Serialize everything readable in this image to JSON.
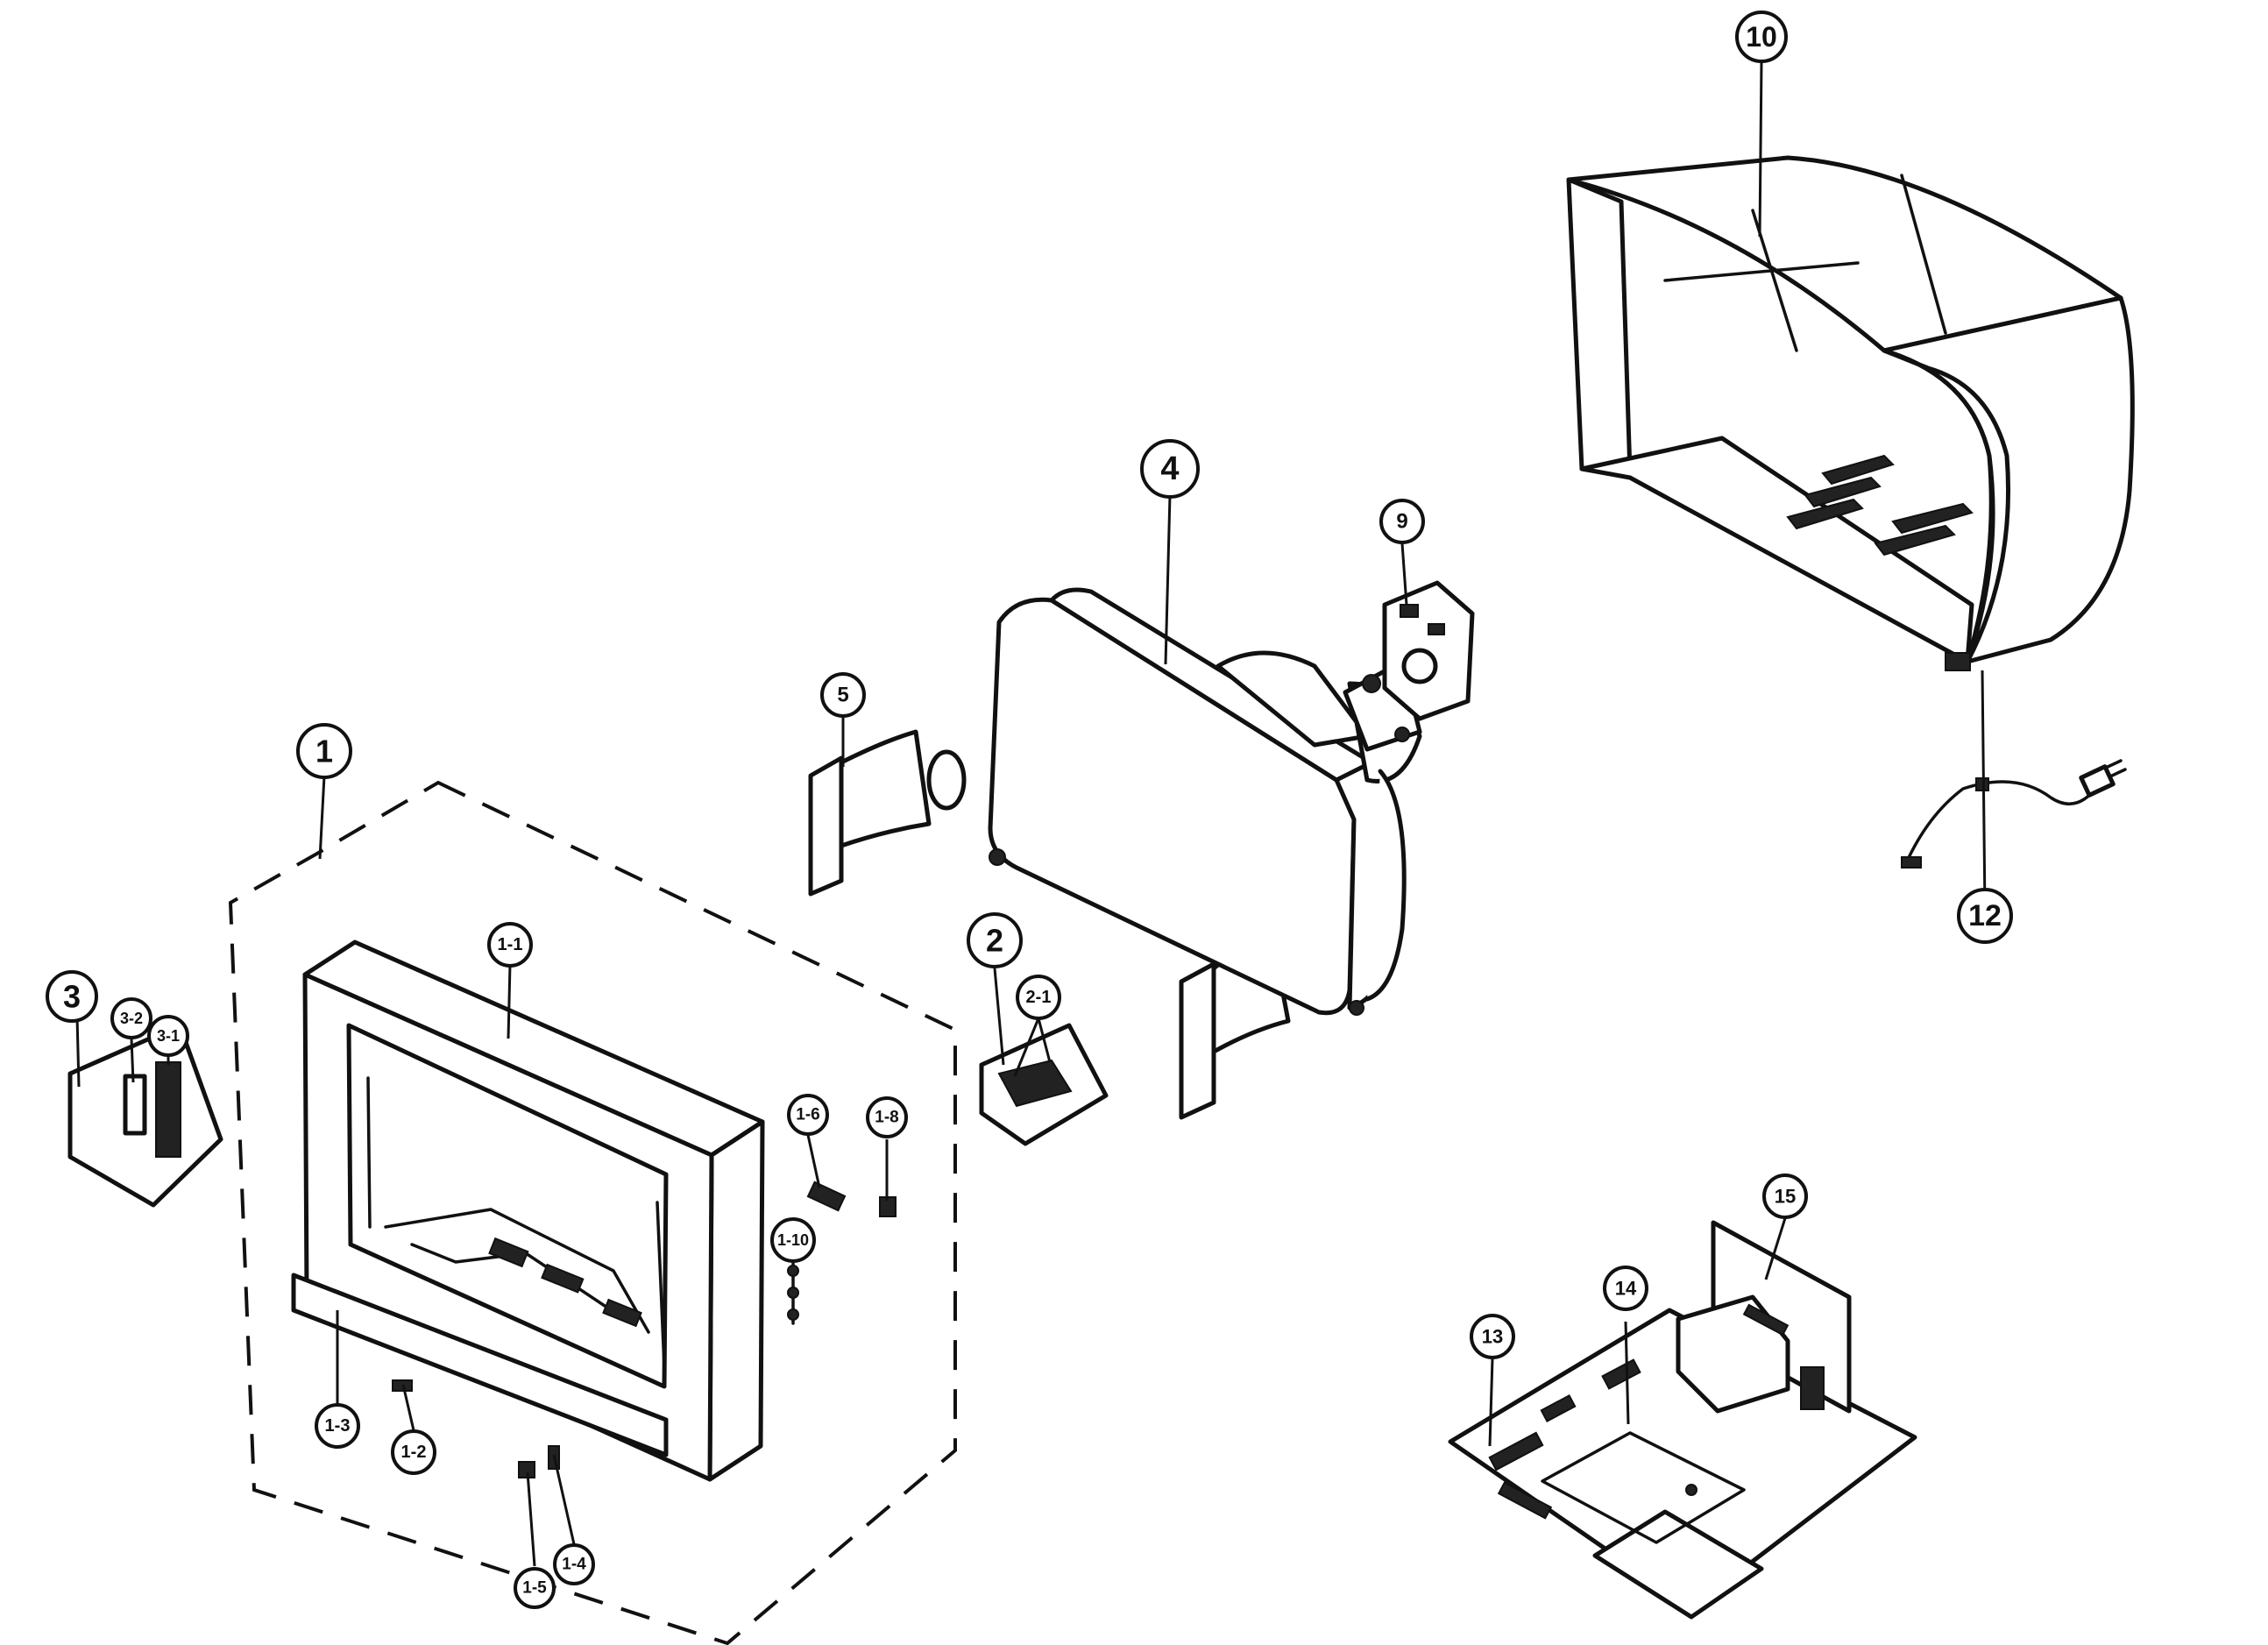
{
  "callouts": [
    {
      "id": "c1",
      "label": "1"
    },
    {
      "id": "c1-1",
      "label": "1-1"
    },
    {
      "id": "c1-2",
      "label": "1-2"
    },
    {
      "id": "c1-3",
      "label": "1-3"
    },
    {
      "id": "c1-4",
      "label": "1-4"
    },
    {
      "id": "c1-5",
      "label": "1-5"
    },
    {
      "id": "c1-6",
      "label": "1-6"
    },
    {
      "id": "c1-8",
      "label": "1-8"
    },
    {
      "id": "c1-10",
      "label": "1-10"
    },
    {
      "id": "c2",
      "label": "2"
    },
    {
      "id": "c2-1",
      "label": "2-1"
    },
    {
      "id": "c3",
      "label": "3"
    },
    {
      "id": "c3-1",
      "label": "3-1"
    },
    {
      "id": "c3-2",
      "label": "3-2"
    },
    {
      "id": "c4",
      "label": "4"
    },
    {
      "id": "c5",
      "label": "5"
    },
    {
      "id": "c9",
      "label": "9"
    },
    {
      "id": "c10",
      "label": "10"
    },
    {
      "id": "c12",
      "label": "12"
    },
    {
      "id": "c13",
      "label": "13"
    },
    {
      "id": "c14",
      "label": "14"
    },
    {
      "id": "c15",
      "label": "15"
    }
  ]
}
